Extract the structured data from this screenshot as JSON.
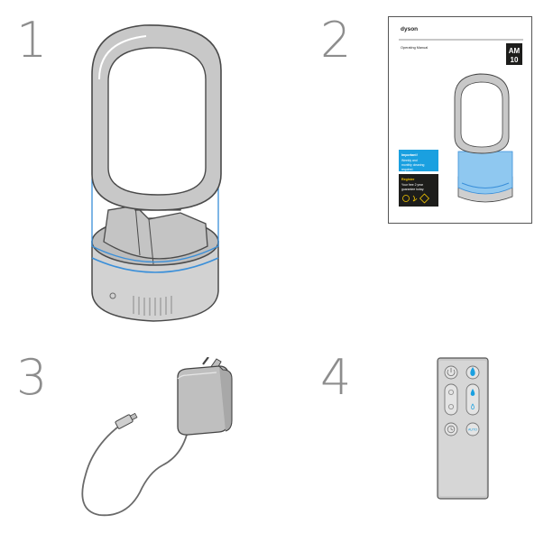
{
  "items": [
    {
      "number": "1",
      "label": "humidifier-unit"
    },
    {
      "number": "2",
      "label": "operating-manual"
    },
    {
      "number": "3",
      "label": "power-adapter"
    },
    {
      "number": "4",
      "label": "remote-control"
    }
  ],
  "manual": {
    "brand": "dyson",
    "title": "Operating Manual",
    "model_top": "AM",
    "model_bottom": "10",
    "important_heading": "Important!",
    "important_line1": "Weekly and",
    "important_line2": "monthly cleaning",
    "important_line3": "required.",
    "register_heading": "Register",
    "register_line1": "Your free 2 year",
    "register_line2": "guarantee today."
  },
  "remote": {
    "auto_label": "AUTO"
  },
  "colors": {
    "outline": "#4a4a4a",
    "body": "#c8c8c8",
    "tank_blue": "#3a8fd9",
    "important_bg": "#1aa0e0",
    "register_bg": "#1d1d1b",
    "register_accent": "#f2c500"
  }
}
